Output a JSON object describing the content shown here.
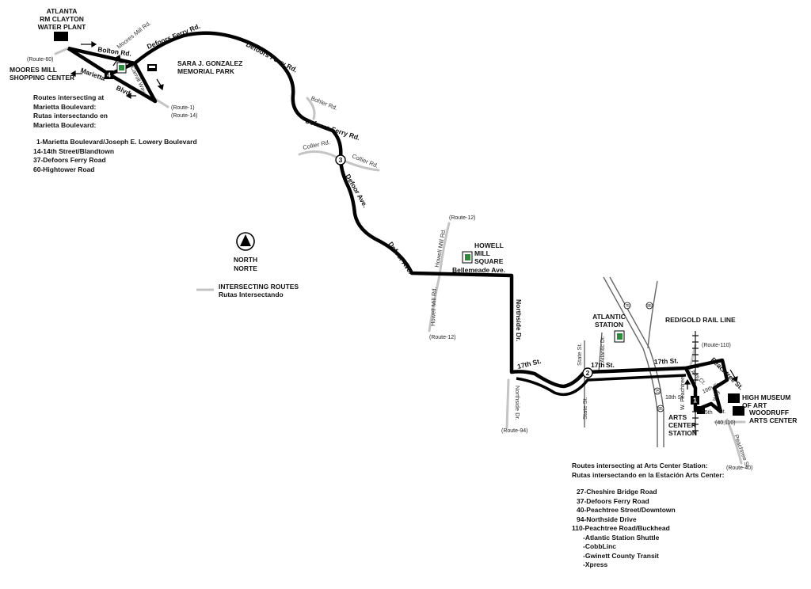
{
  "landmarks": {
    "water_plant": [
      "ATLANTA",
      "RM CLAYTON",
      "WATER PLANT"
    ],
    "moores_mill_center": [
      "MOORES MILL",
      "SHOPPING CENTER"
    ],
    "sara_park": [
      "SARA J. GONZALEZ",
      "MEMORIAL PARK"
    ],
    "howell_mill_square": [
      "HOWELL",
      "MILL",
      "SQUARE"
    ],
    "atlantic_station": [
      "ATLANTIC",
      "STATION"
    ],
    "red_gold_rail": "RED/GOLD RAIL LINE",
    "high_museum": [
      "HIGH MUSEUM",
      "OF ART"
    ],
    "woodruff": [
      "WOODRUFF",
      "ARTS CENTER"
    ],
    "arts_center_station": [
      "ARTS",
      "CENTER",
      "STATION"
    ]
  },
  "streets": {
    "bolton_rd": "Bolton Rd.",
    "moores_mill_rd": "Moores Mill Rd.",
    "defoors_ferry_1": "Defoors Ferry Rd.",
    "defoors_ferry_2": "Defoors Ferry Rd.",
    "defoors_ferry_3": "Defoors Ferry Rd.",
    "marietta": "Marietta",
    "blvd": "Blvd.",
    "carroll_way": "Carroll Way",
    "bohler_rd": "Bohler Rd.",
    "collier_rd_1": "Collier Rd.",
    "collier_rd_2": "Collier Rd.",
    "defoor_ave_1": "Defoor Ave.",
    "defoor_ave_2": "Defoor Ave.",
    "howell_mill_rd_1": "Howell Mill Rd.",
    "howell_mill_rd_2": "Howell Mill Rd.",
    "bellemeade_ave": "Bellemeade Ave.",
    "northside_dr_1": "Northside Dr.",
    "northside_dr_2": "Northside Dr.",
    "seventeenth_st_1": "17th St.",
    "seventeenth_st_2": "17th",
    "seventeenth_st_3": "St.",
    "seventeenth_st_4": "17th St.",
    "state_st_1": "State St.",
    "state_st_2": "State St.",
    "atlantic_dr": "Atlantic Dr.",
    "peachtree_st": "Peachtree St.",
    "peachtree_st_2": "Peachtree St.",
    "arts_ct": "Arts Ct.",
    "sixteenth_st": "16th St.",
    "eighteenth_st": "18th St.",
    "w_peachtree": "W. Peachtree",
    "fifteenth_st": "15th",
    "st_abbrev": "St.",
    "way": "Way",
    "i75": "75",
    "i85": "85"
  },
  "route_refs": {
    "route60": "(Route-60)",
    "route1": "(Route-1)",
    "route14": "(Route-14)",
    "route12_top": "(Route-12)",
    "route12_bottom": "(Route-12)",
    "route94": "(Route-94)",
    "route110": "(Route-110)",
    "route40_110": "(40,110)",
    "route40": "(Route-40)"
  },
  "markers": {
    "m1": "1",
    "m2": "2",
    "m3": "3",
    "m4": "4"
  },
  "legend": {
    "north": "NORTH",
    "norte": "NORTE",
    "intersecting_en": "INTERSECTING ROUTES",
    "intersecting_es": "Rutas Intersectando"
  },
  "marietta_box": {
    "heading": [
      "Routes intersecting at",
      "Marietta Boulevard:",
      "Rutas intersectando en",
      "Marietta Boulevard:"
    ],
    "routes": [
      "1-Marietta Boulevard/Joseph E. Lowery Boulevard",
      "14-14th Street/Blandtown",
      "37-Defoors Ferry Road",
      "60-Hightower Road"
    ]
  },
  "arts_box": {
    "heading": [
      "Routes intersecting at Arts Center Station:",
      "Rutas intersectando en la Estación Arts Center:"
    ],
    "routes": [
      "27-Cheshire Bridge Road",
      "37-Defoors Ferry Road",
      "40-Peachtree Street/Downtown",
      "94-Northside Drive",
      "110-Peachtree Road/Buckhead",
      "-Atlantic Station Shuttle",
      "-CobbLinc",
      "-Gwinett County Transit",
      "-Xpress"
    ]
  },
  "colors": {
    "route": "#000000",
    "intersecting": "#c4c4c4",
    "text": "#111111",
    "park_green": "#2e8b3e"
  }
}
